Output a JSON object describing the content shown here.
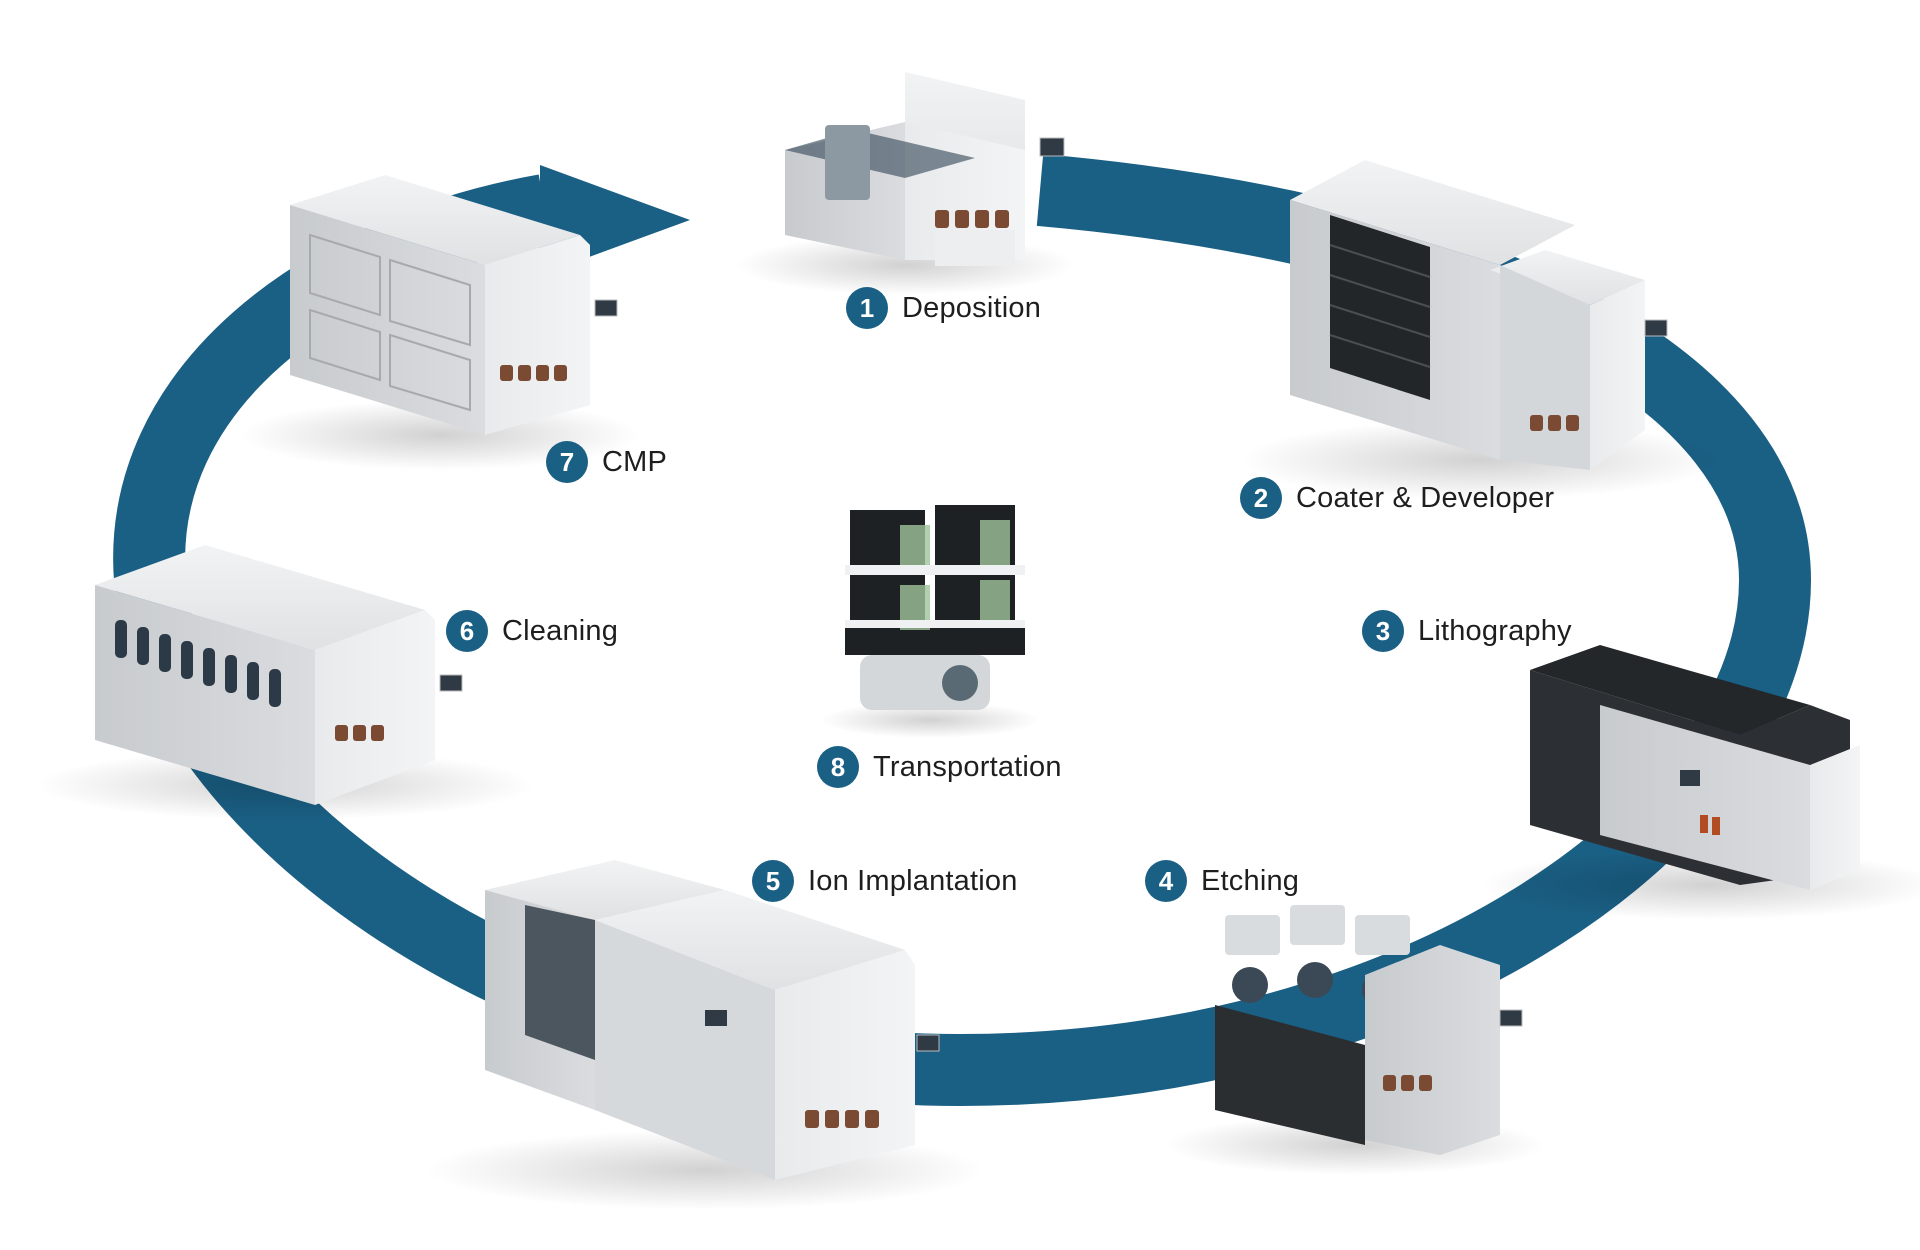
{
  "colors": {
    "ring": "#1a5f84",
    "badge": "#1a5f84",
    "badge_text": "#ffffff",
    "label_text": "#1e1e1e"
  },
  "steps": [
    {
      "number": "1",
      "label": "Deposition",
      "machine_icon": "deposition-machine"
    },
    {
      "number": "2",
      "label": "Coater & Developer",
      "machine_icon": "coater-developer-machine"
    },
    {
      "number": "3",
      "label": "Lithography",
      "machine_icon": "lithography-machine"
    },
    {
      "number": "4",
      "label": "Etching",
      "machine_icon": "etching-machine"
    },
    {
      "number": "5",
      "label": "Ion Implantation",
      "machine_icon": "ion-implantation-machine"
    },
    {
      "number": "6",
      "label": "Cleaning",
      "machine_icon": "cleaning-machine"
    },
    {
      "number": "7",
      "label": "CMP",
      "machine_icon": "cmp-machine"
    },
    {
      "number": "8",
      "label": "Transportation",
      "machine_icon": "transport-robot"
    }
  ]
}
